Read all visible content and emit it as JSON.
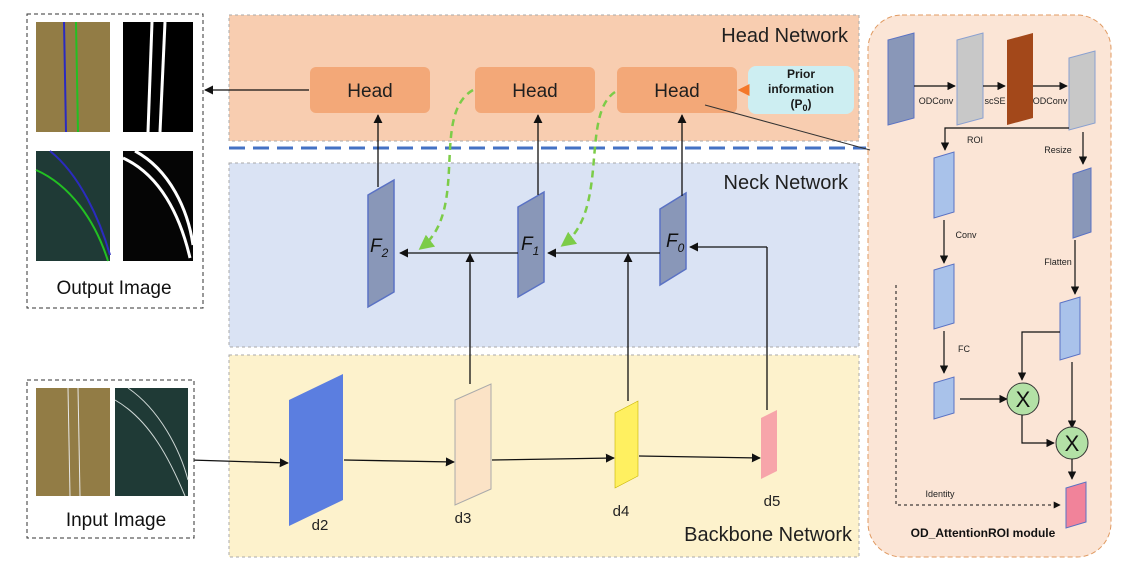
{
  "regions": {
    "head": "Head Network",
    "neck": "Neck Network",
    "backbone": "Backbone Network"
  },
  "heads": [
    "Head",
    "Head",
    "Head"
  ],
  "prior": {
    "line1": "Prior",
    "line2": "information",
    "line3_main": "(P",
    "line3_sub": "0",
    "line3_end": ")"
  },
  "features": [
    {
      "main": "F",
      "sub": "2"
    },
    {
      "main": "F",
      "sub": "1"
    },
    {
      "main": "F",
      "sub": "0"
    }
  ],
  "backbone_labels": [
    "d2",
    "d3",
    "d4",
    "d5"
  ],
  "captions": {
    "output": "Output Image",
    "input": "Input Image"
  },
  "module": {
    "title": "OD_AttentionROI module",
    "odconv1": "ODConv",
    "scse": "scSE",
    "odconv2": "ODConv",
    "roi": "ROI",
    "resize": "Resize",
    "conv": "Conv",
    "flatten": "Flatten",
    "fc": "FC",
    "identity": "Identity",
    "mult_symbol": "X"
  },
  "colors": {
    "head_bg": "#f8cdb0",
    "head_box": "#f3a878",
    "neck_bg": "#dae3f4",
    "backbone_bg": "#fdf2cc",
    "module_bg": "#fbe5d6",
    "prior_box": "#cdeef2",
    "dash_blue": "#4472c4",
    "green_arrow": "#7ccc48",
    "orange_arrow": "#f4782a",
    "d2": "#5b7ee0",
    "d3": "#fbe3c6",
    "d4": "#fff060",
    "d5": "#f7a5aa",
    "feature": "#8997b8",
    "module_block": "#a9c2ea",
    "mult_circle": "#b3e1a6"
  }
}
